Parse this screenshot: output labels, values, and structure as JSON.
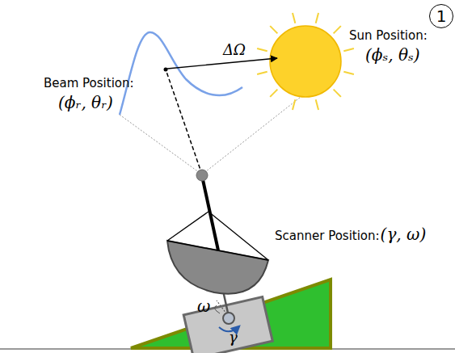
{
  "diagram": {
    "nodes": [
      {
        "text": [
          "1"
        ]
      }
    ],
    "labels": [
      "Beam Position:",
      "(ϕᵣ, θᵣ)",
      "Sun Position:",
      "(ϕₛ, θₛ)",
      "ΔΩ",
      "Scanner Position:",
      "(γ, ω)",
      "ω",
      "γ"
    ]
  }
}
